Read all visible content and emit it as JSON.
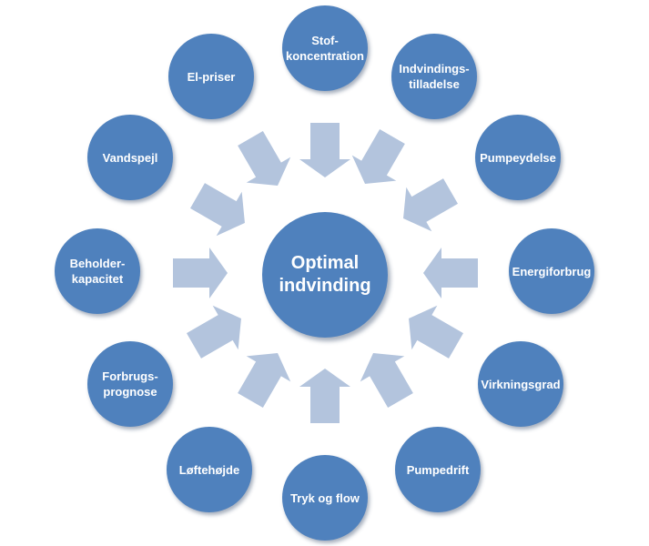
{
  "center": {
    "label": "Optimal\nindvinding"
  },
  "nodes": [
    {
      "label": "Stof-\nkoncentration"
    },
    {
      "label": "Indvindings-\ntilladelse"
    },
    {
      "label": "Pumpeydelse"
    },
    {
      "label": "Energiforbrug"
    },
    {
      "label": "Virkningsgrad"
    },
    {
      "label": "Pumpedrift"
    },
    {
      "label": "Tryk og flow"
    },
    {
      "label": "Løftehøjde"
    },
    {
      "label": "Forbrugs-\nprognose"
    },
    {
      "label": "Beholder-\nkapacitet"
    },
    {
      "label": "Vandspejl"
    },
    {
      "label": "El-priser"
    }
  ],
  "colors": {
    "node": "#4f81bd",
    "arrow": "#b3c4dd"
  }
}
